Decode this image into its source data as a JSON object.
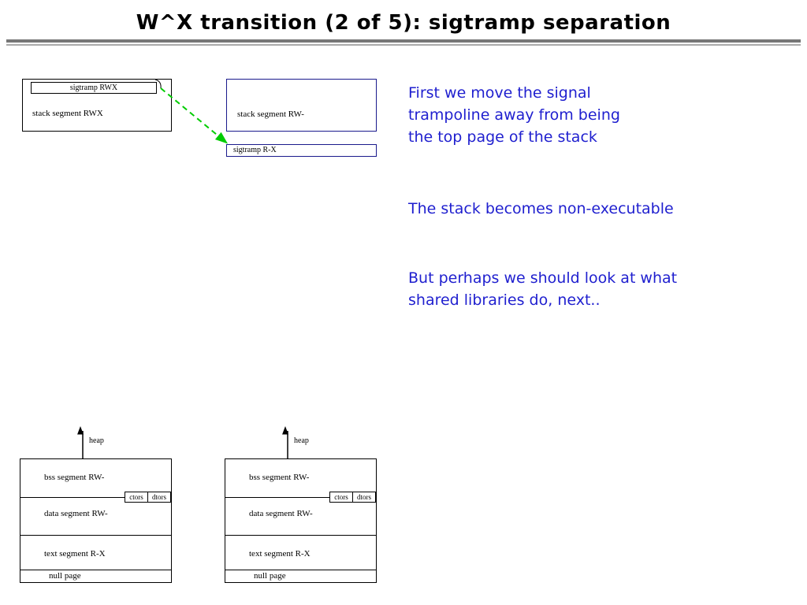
{
  "slide": {
    "title": "W^X transition (2 of 5): sigtramp separation"
  },
  "notes": {
    "note1": "First we move the signal\ntrampoline away from being\nthe top page of the stack",
    "note2": "The stack becomes non-executable",
    "note3": "But perhaps we should look at what\nshared libraries do, next.."
  },
  "stack_before": {
    "sigtramp": "sigtramp RWX",
    "segment": "stack segment RWX"
  },
  "stack_after": {
    "segment": "stack segment RW-",
    "sigtramp": "sigtramp R-X"
  },
  "exe_layout": {
    "heap": "heap",
    "bss": "bss segment RW-",
    "ctors": "ctors",
    "dtors": "dtors",
    "data": "data segment RW-",
    "text": "text segment  R-X",
    "null_page": "null page"
  },
  "colors": {
    "note_text": "#1f1fcf",
    "arrow_green": "#00cc00",
    "box_border_blue": "#1a1a8c",
    "rule_dark": "#777777",
    "rule_light": "#aaaaaa"
  }
}
